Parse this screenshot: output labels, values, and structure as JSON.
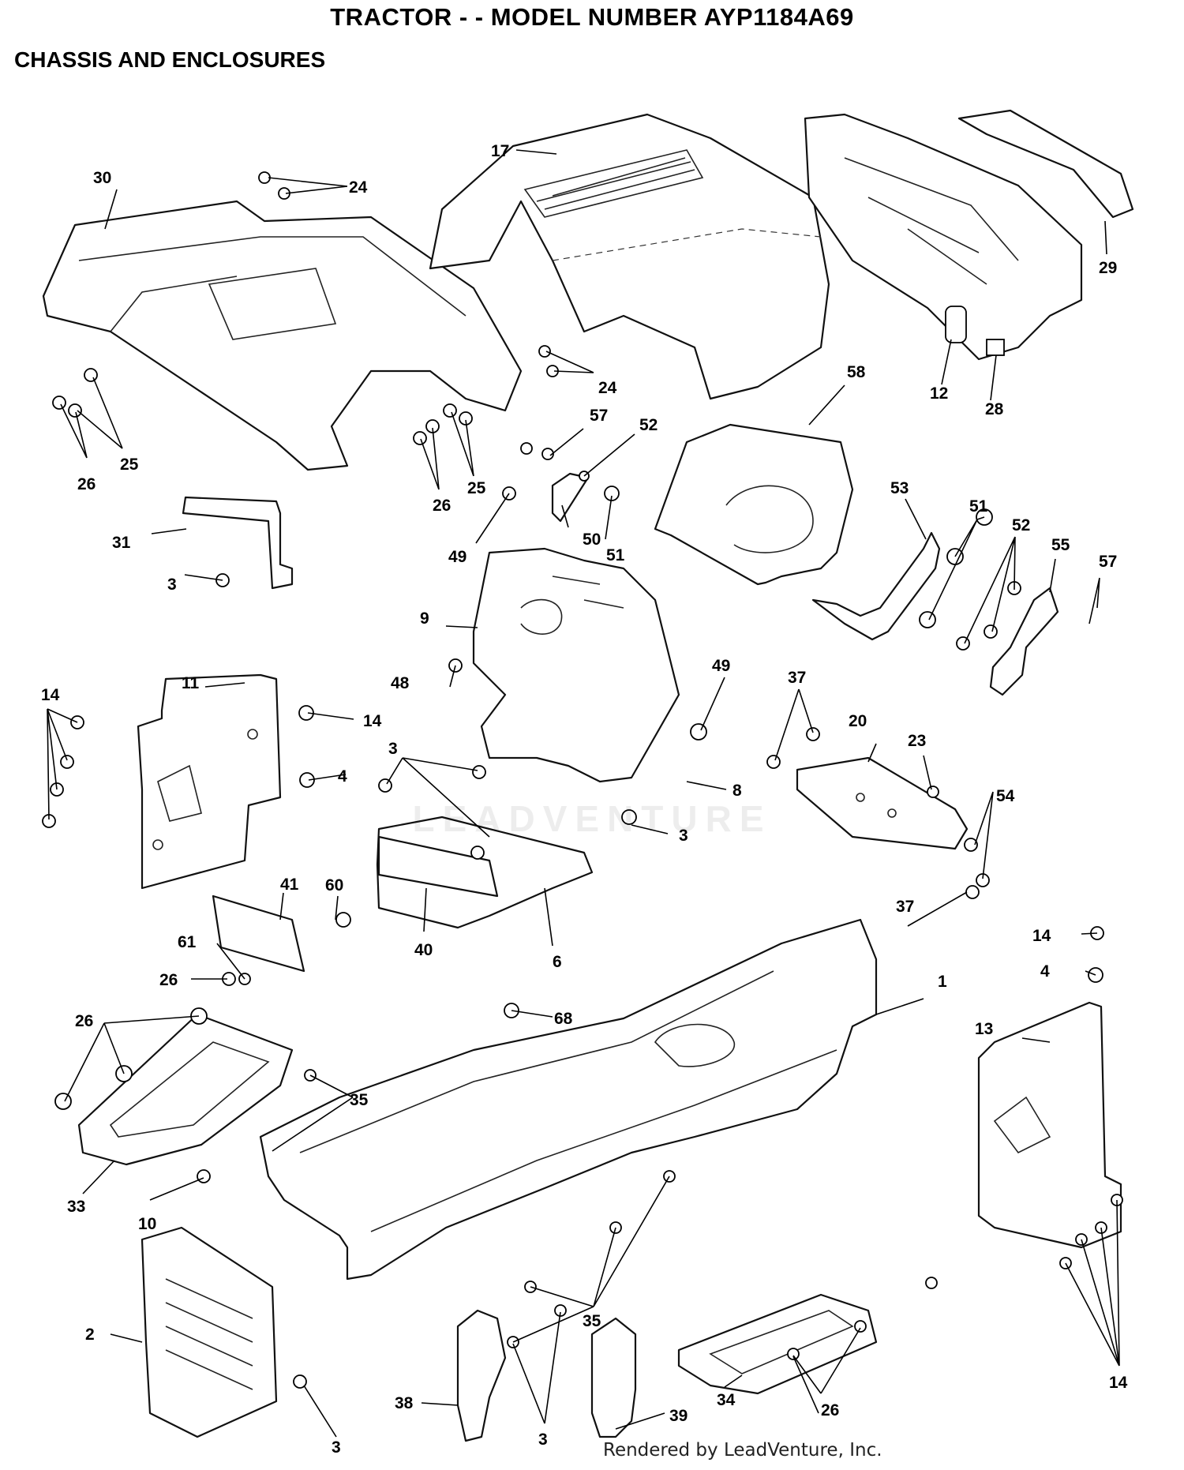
{
  "header": {
    "title": "TRACTOR - - MODEL NUMBER AYP1184A69",
    "subtitle": "CHASSIS AND ENCLOSURES"
  },
  "watermark": "LEADVENTURE",
  "footer": "Rendered by LeadVenture, Inc.",
  "callouts": {
    "c30": "30",
    "c24a": "24",
    "c17": "17",
    "c29": "29",
    "c24b": "24",
    "c25a": "25",
    "c26a": "26",
    "c12": "12",
    "c28": "28",
    "c58": "58",
    "c57a": "57",
    "c52a": "52",
    "c26b": "26",
    "c25b": "25",
    "c31": "31",
    "c3a": "3",
    "c49a": "49",
    "c50": "50",
    "c51a": "51",
    "c53": "53",
    "c51b": "51",
    "c52b": "52",
    "c55": "55",
    "c57b": "57",
    "c9": "9",
    "c14a": "14",
    "c11": "11",
    "c48": "48",
    "c14b": "14",
    "c4a": "4",
    "c3b": "3",
    "c49b": "49",
    "c37a": "37",
    "c20": "20",
    "c23": "23",
    "c54": "54",
    "c8": "8",
    "c3c": "3",
    "c37b": "37",
    "c41": "41",
    "c60": "60",
    "c61": "61",
    "c40": "40",
    "c6": "6",
    "c26c": "26",
    "c14c": "14",
    "c4b": "4",
    "c1": "1",
    "c68": "68",
    "c26d": "26",
    "c13": "13",
    "c35a": "35",
    "c33": "33",
    "c10": "10",
    "c2": "2",
    "c35b": "35",
    "c14d": "14",
    "c38": "38",
    "c3d": "3",
    "c39": "39",
    "c34": "34",
    "c26e": "26",
    "c3e": "3"
  }
}
